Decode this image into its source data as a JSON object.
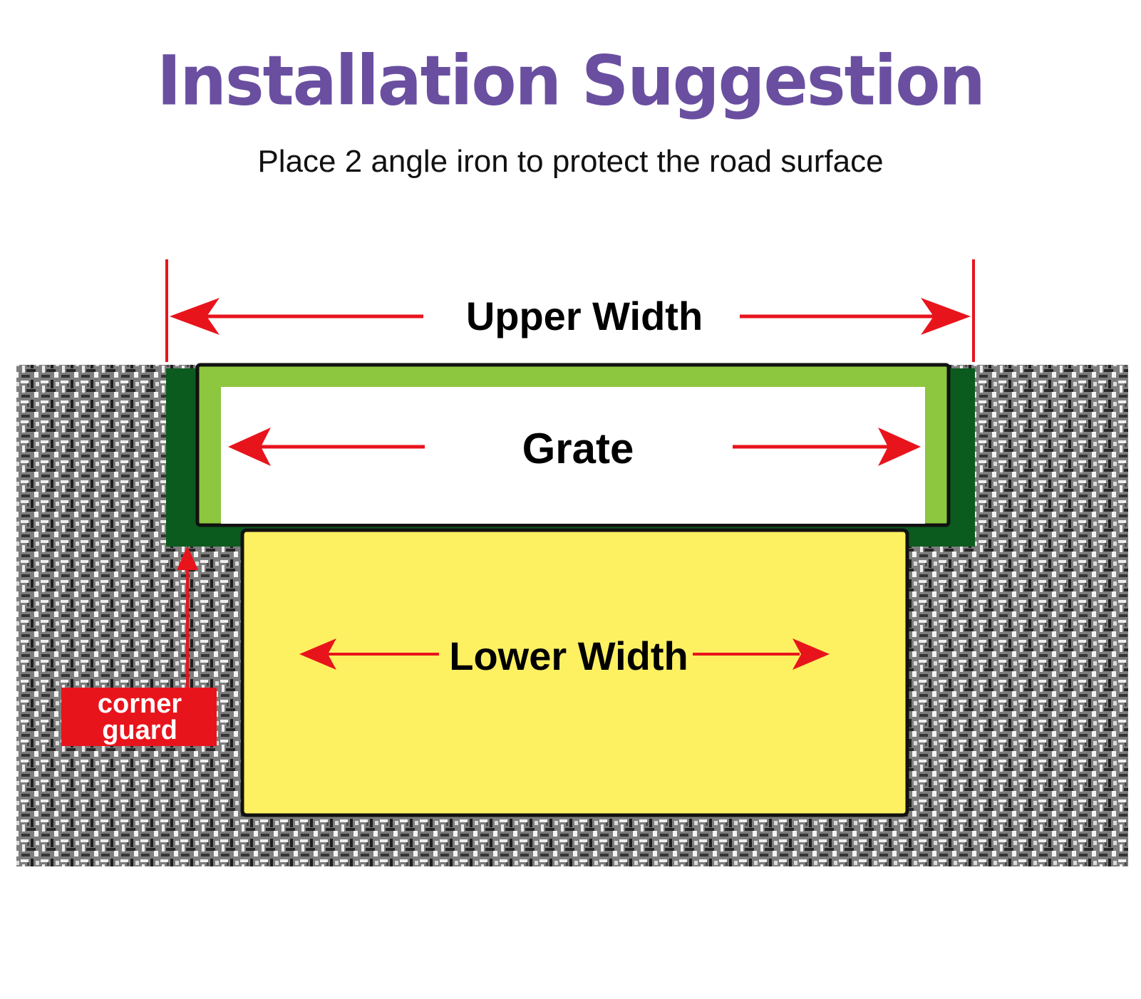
{
  "title": "Installation Suggestion",
  "subtitle": "Place 2 angle iron to protect the road surface",
  "labels": {
    "upper_width": "Upper Width",
    "grate": "Grate",
    "lower_width": "Lower Width",
    "corner_guard_line1": "corner",
    "corner_guard_line2": "guard"
  },
  "colors": {
    "title": "#6a4fa0",
    "arrow": "#e8141c",
    "grate_frame": "#8dc63f",
    "corner_guard": "#0b5a1e",
    "trench": "#fdf061",
    "guard_box": "#e8141c"
  }
}
